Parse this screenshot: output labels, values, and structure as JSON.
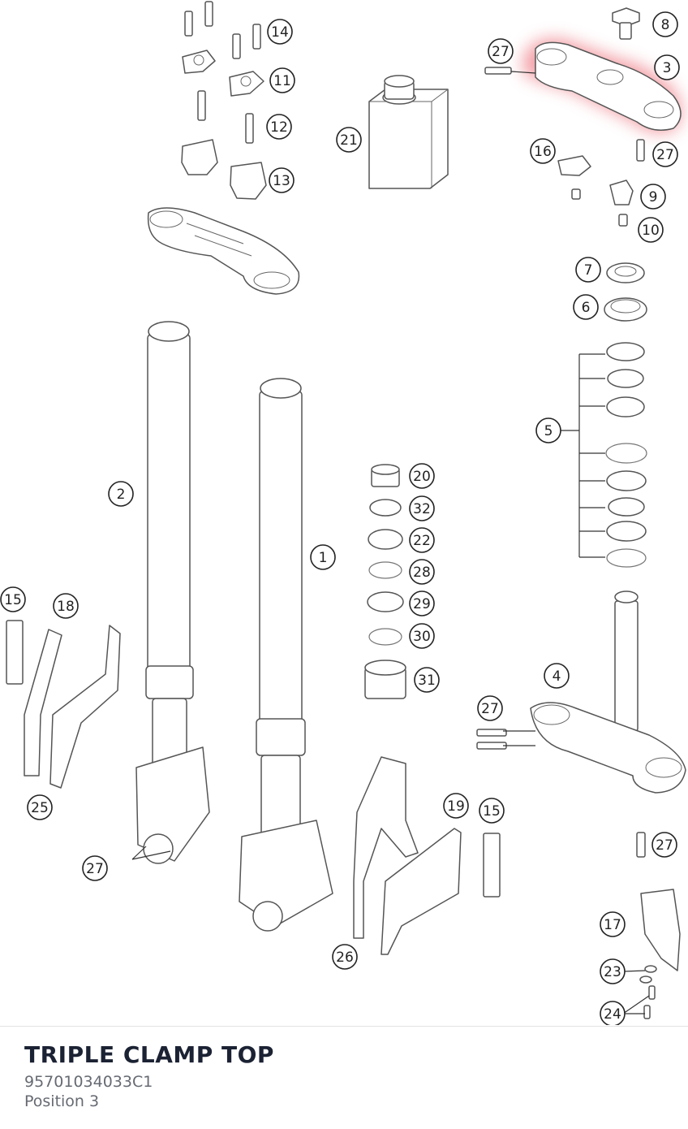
{
  "callouts": [
    {
      "label": "14"
    },
    {
      "label": "11"
    },
    {
      "label": "12"
    },
    {
      "label": "13"
    },
    {
      "label": "21"
    },
    {
      "label": "8"
    },
    {
      "label": "27"
    },
    {
      "label": "3"
    },
    {
      "label": "16"
    },
    {
      "label": "27"
    },
    {
      "label": "9"
    },
    {
      "label": "10"
    },
    {
      "label": "7"
    },
    {
      "label": "6"
    },
    {
      "label": "5"
    },
    {
      "label": "2"
    },
    {
      "label": "1"
    },
    {
      "label": "20"
    },
    {
      "label": "32"
    },
    {
      "label": "22"
    },
    {
      "label": "28"
    },
    {
      "label": "29"
    },
    {
      "label": "30"
    },
    {
      "label": "31"
    },
    {
      "label": "15"
    },
    {
      "label": "18"
    },
    {
      "label": "25"
    },
    {
      "label": "27"
    },
    {
      "label": "4"
    },
    {
      "label": "27"
    },
    {
      "label": "27"
    },
    {
      "label": "19"
    },
    {
      "label": "15"
    },
    {
      "label": "26"
    },
    {
      "label": "17"
    },
    {
      "label": "23"
    },
    {
      "label": "24"
    }
  ],
  "highlight_color": "#e8505b",
  "part": {
    "title": "TRIPLE CLAMP TOP",
    "number": "95701034033C1",
    "position": "Position 3"
  }
}
